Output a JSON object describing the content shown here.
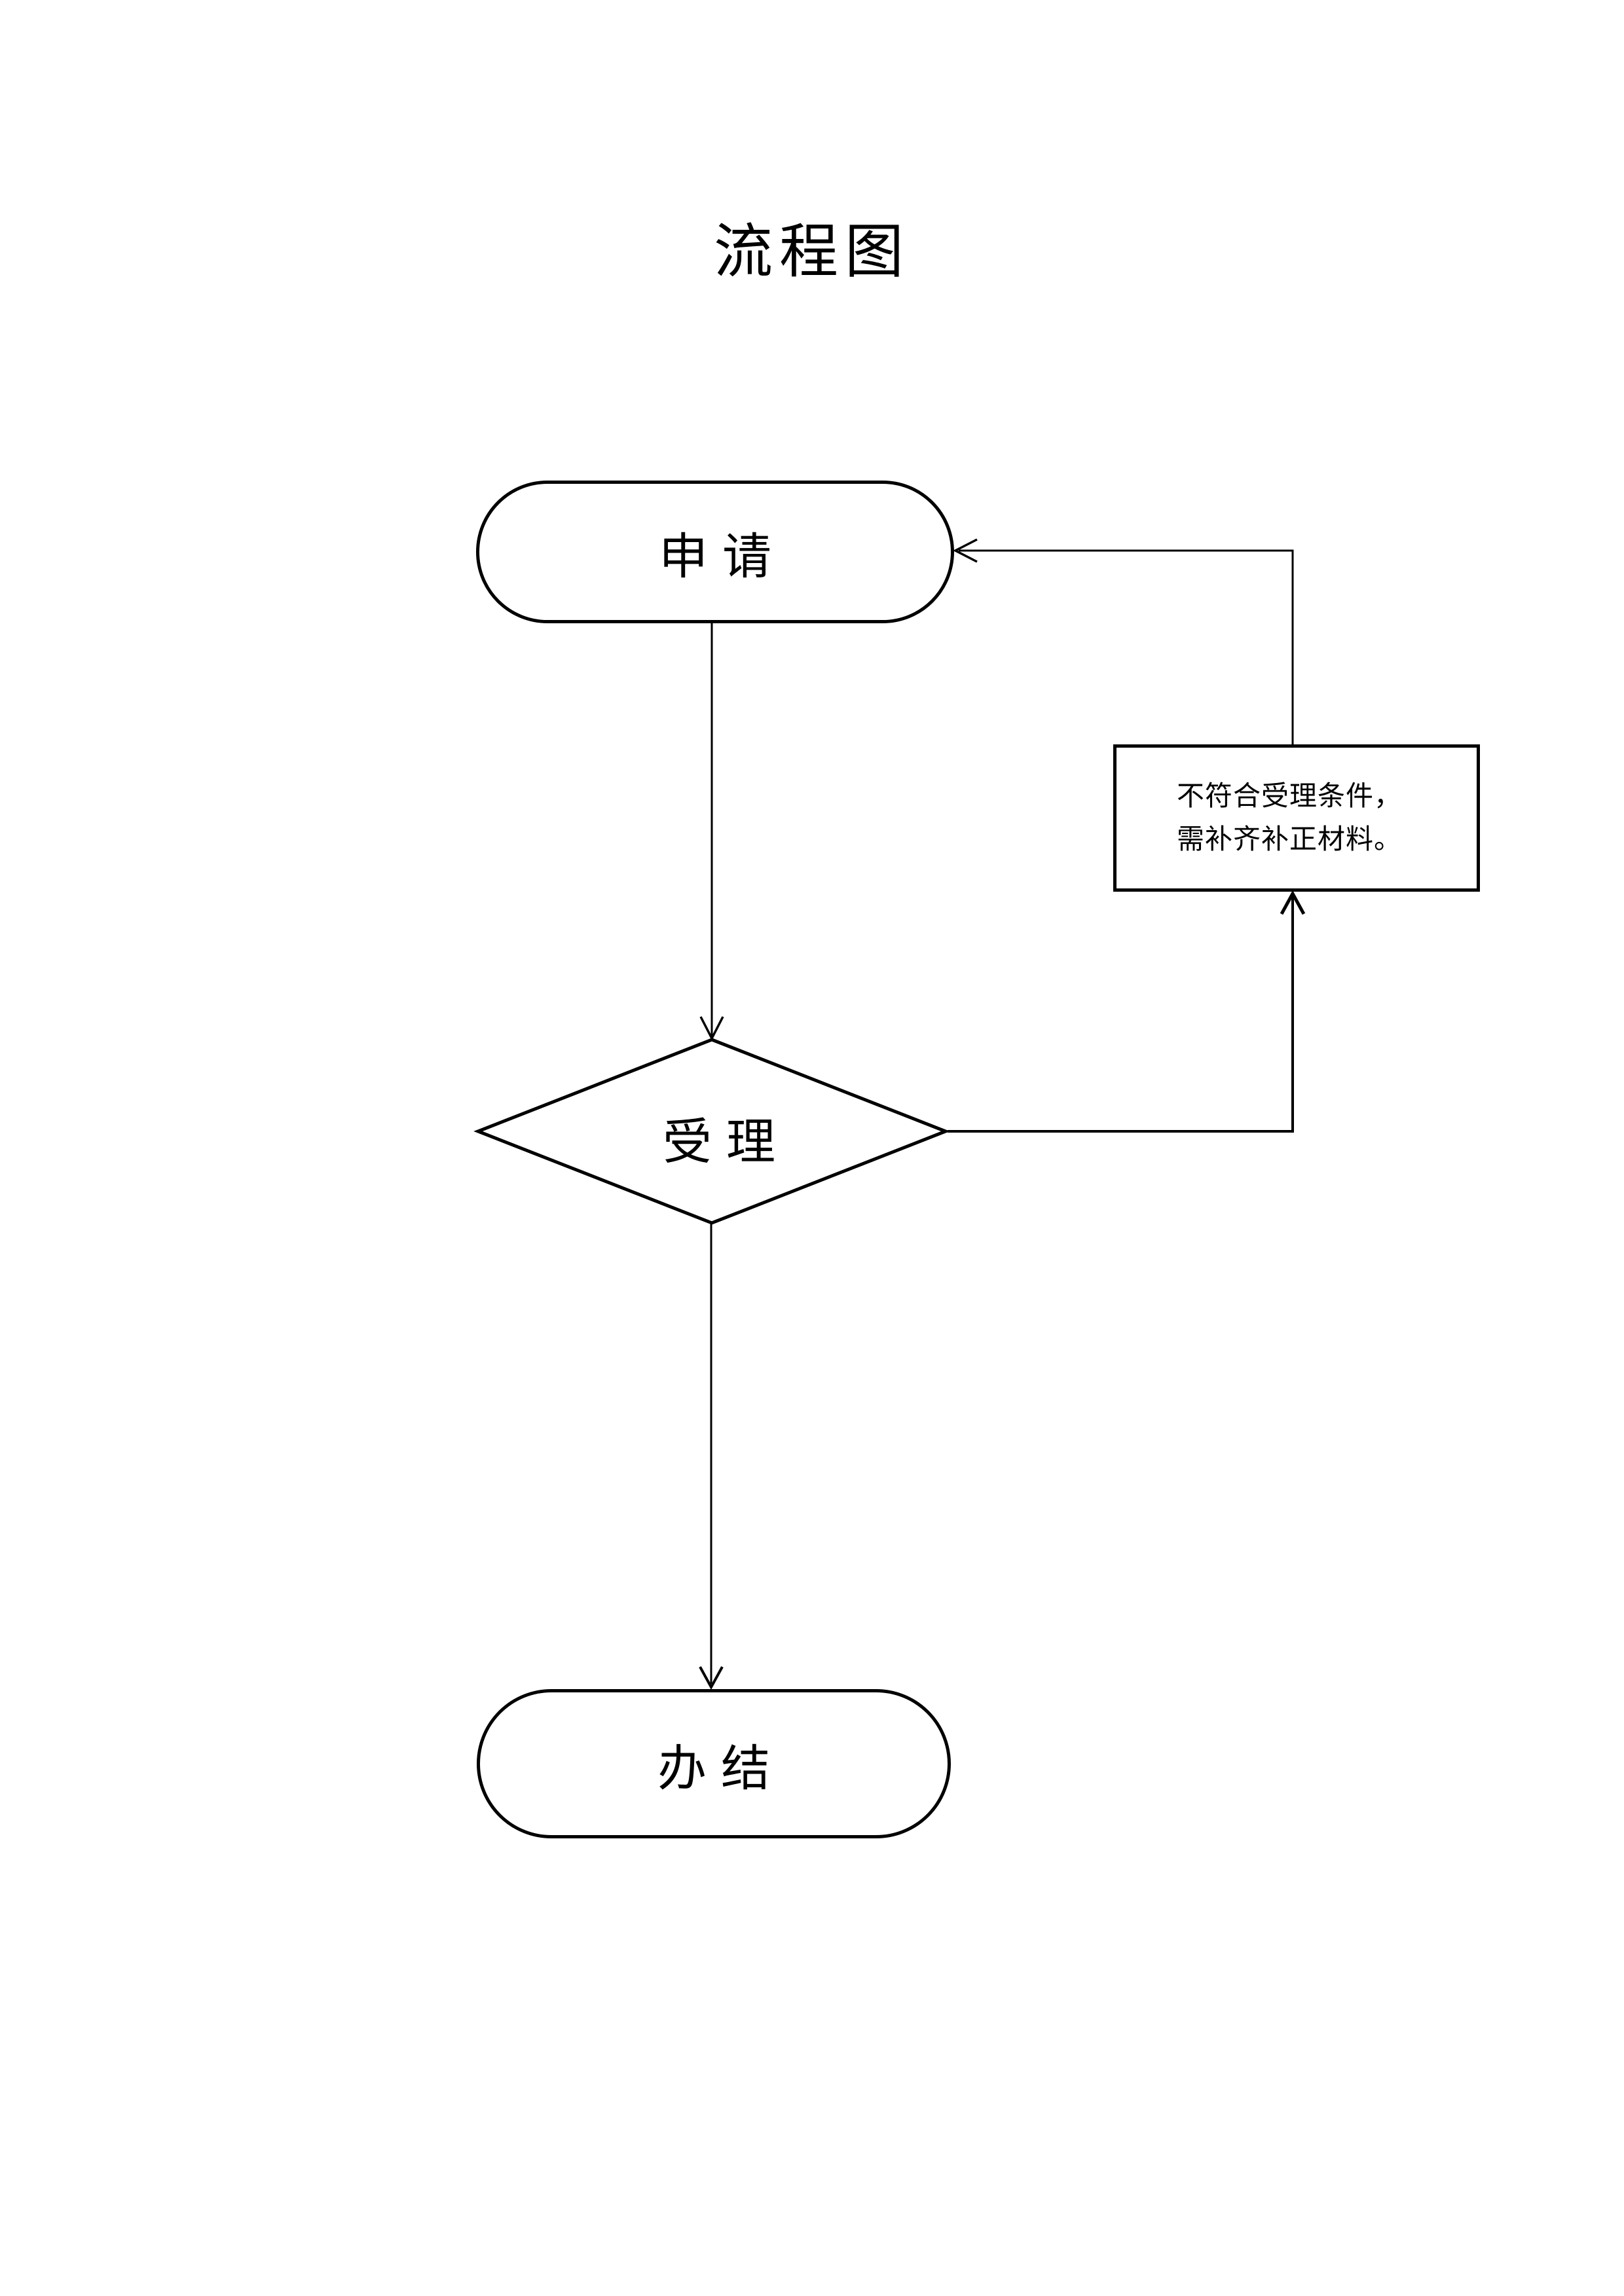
{
  "title": "流程图",
  "colors": {
    "ink": "#000000",
    "paper": "#ffffff"
  },
  "nodes": {
    "apply": {
      "shape": "terminator",
      "label": "申请"
    },
    "accept": {
      "shape": "decision",
      "label": "受理"
    },
    "supplement": {
      "shape": "process",
      "line1": "不符合受理条件，",
      "line2": "需补齐补正材料。"
    },
    "complete": {
      "shape": "terminator",
      "label": "办结"
    }
  },
  "edges": [
    {
      "from": "apply",
      "to": "accept"
    },
    {
      "from": "accept",
      "to": "supplement"
    },
    {
      "from": "supplement",
      "to": "apply"
    },
    {
      "from": "accept",
      "to": "complete"
    }
  ]
}
